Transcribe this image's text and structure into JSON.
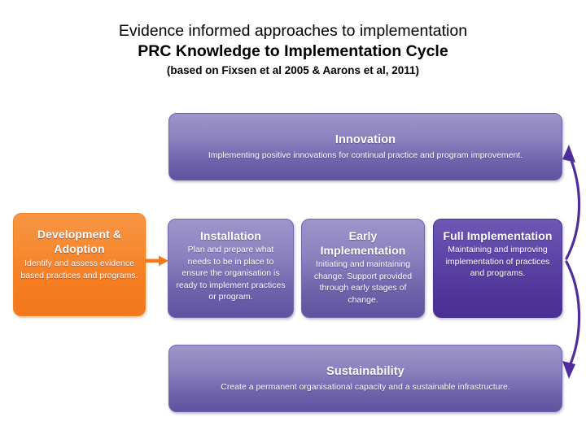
{
  "title": {
    "line1": "Evidence informed approaches to implementation",
    "line2": "PRC Knowledge to Implementation Cycle",
    "line3": "(based on Fixsen et al 2005  & Aarons et al, 2011)"
  },
  "colors": {
    "purple_light_top": "#9d95ca",
    "purple_light_bottom": "#60529f",
    "purple_dark_top": "#6e58b4",
    "purple_dark_bottom": "#4a2f93",
    "orange_top": "#f79646",
    "orange_bottom": "#f4791e",
    "arrow_purple": "#4f2d9b",
    "arrow_orange": "#f4791e",
    "text_on_box": "#ffffff",
    "background": "#ffffff"
  },
  "stages": {
    "innovation": {
      "title": "Innovation",
      "description": "Implementing positive innovations for continual practice and program improvement."
    },
    "development": {
      "title": "Development & Adoption",
      "description": "Identify and assess evidence based practices and programs."
    },
    "installation": {
      "title": "Installation",
      "description": "Plan and prepare what needs to be in place to ensure the organisation is ready to implement practices or program."
    },
    "early_implementation": {
      "title": "Early Implementation",
      "description": "Initiating and maintaining change. Support provided through early stages of change."
    },
    "full_implementation": {
      "title": "Full Implementation",
      "description": "Maintaining and improving implementation of practices and programs."
    },
    "sustainability": {
      "title": "Sustainability",
      "description": "Create a permanent organisational capacity and a sustainable infrastructure."
    }
  },
  "connectors": {
    "development_to_installation": "right-arrow-icon",
    "full_to_innovation": "curved-arrow-up-icon",
    "full_to_sustainability": "curved-arrow-down-icon"
  }
}
